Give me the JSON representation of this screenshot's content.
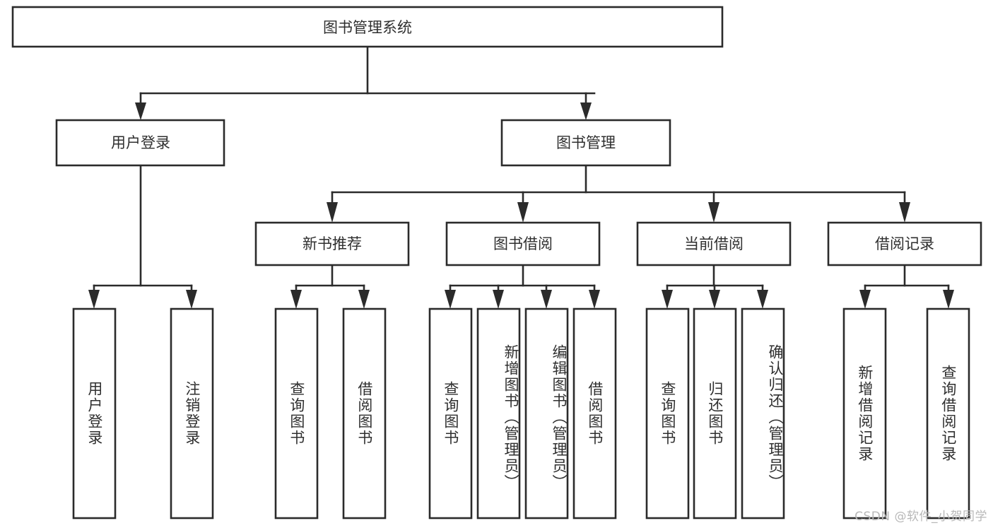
{
  "diagram": {
    "type": "tree",
    "title": "图书管理系统",
    "watermark": "CSDN @软件_小贺同学",
    "colors": {
      "stroke": "#2b2b2b",
      "fill": "#ffffff",
      "text": "#2f2f2f",
      "watermark": "#b8b8b8",
      "background": "#ffffff"
    },
    "nodes": {
      "root": {
        "label": "图书管理系统"
      },
      "level1": [
        {
          "label": "用户登录"
        },
        {
          "label": "图书管理"
        }
      ],
      "level2": [
        {
          "label": "新书推荐"
        },
        {
          "label": "图书借阅"
        },
        {
          "label": "当前借阅"
        },
        {
          "label": "借阅记录"
        }
      ],
      "leaves_user_login": [
        {
          "label": "用户登录"
        },
        {
          "label": "注销登录"
        }
      ],
      "leaves_new_book": [
        {
          "label": "查询图书"
        },
        {
          "label": "借阅图书"
        }
      ],
      "leaves_borrow": [
        {
          "label": "查询图书"
        },
        {
          "label": "新增图书（管理员）"
        },
        {
          "label": "编辑图书（管理员）"
        },
        {
          "label": "借阅图书"
        }
      ],
      "leaves_current": [
        {
          "label": "查询图书"
        },
        {
          "label": "归还图书"
        },
        {
          "label": "确认归还（管理员）"
        }
      ],
      "leaves_records": [
        {
          "label": "新增借阅记录"
        },
        {
          "label": "查询借阅记录"
        }
      ]
    },
    "edges": [
      {
        "from": "图书管理系统",
        "to": "用户登录"
      },
      {
        "from": "图书管理系统",
        "to": "图书管理"
      },
      {
        "from": "图书管理",
        "to": "新书推荐"
      },
      {
        "from": "图书管理",
        "to": "图书借阅"
      },
      {
        "from": "图书管理",
        "to": "当前借阅"
      },
      {
        "from": "图书管理",
        "to": "借阅记录"
      },
      {
        "from": "用户登录",
        "to": "用户登录"
      },
      {
        "from": "用户登录",
        "to": "注销登录"
      },
      {
        "from": "新书推荐",
        "to": "查询图书"
      },
      {
        "from": "新书推荐",
        "to": "借阅图书"
      },
      {
        "from": "图书借阅",
        "to": "查询图书"
      },
      {
        "from": "图书借阅",
        "to": "新增图书（管理员）"
      },
      {
        "from": "图书借阅",
        "to": "编辑图书（管理员）"
      },
      {
        "from": "图书借阅",
        "to": "借阅图书"
      },
      {
        "from": "当前借阅",
        "to": "查询图书"
      },
      {
        "from": "当前借阅",
        "to": "归还图书"
      },
      {
        "from": "当前借阅",
        "to": "确认归还（管理员）"
      },
      {
        "from": "借阅记录",
        "to": "新增借阅记录"
      },
      {
        "from": "借阅记录",
        "to": "查询借阅记录"
      }
    ]
  }
}
